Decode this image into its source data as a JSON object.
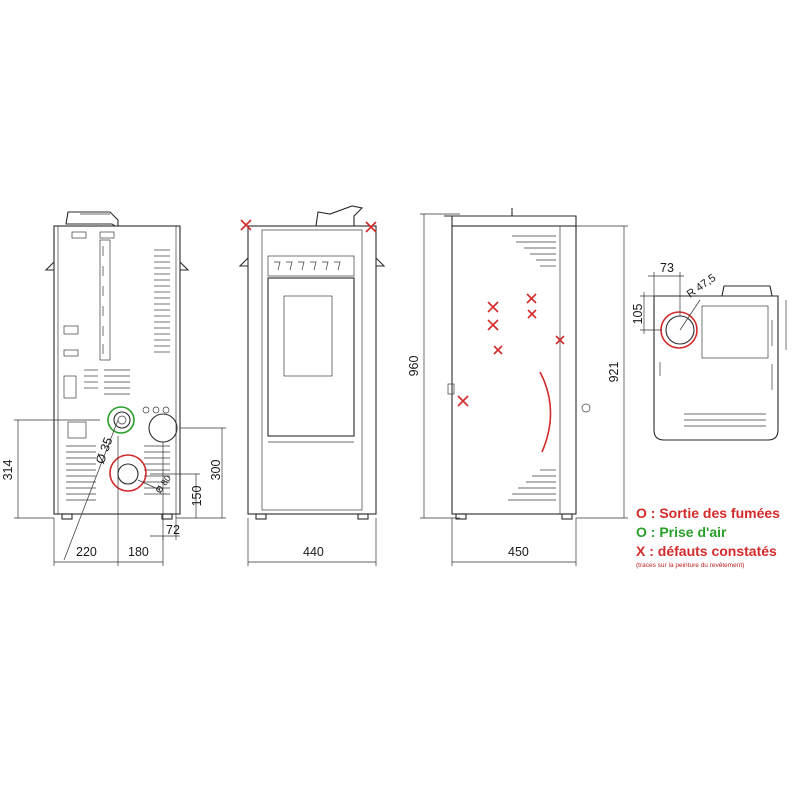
{
  "dimensions": {
    "back_height": "314",
    "back_diam_air": "Ø 35",
    "back_diam_smoke": "Ø 80",
    "back_h_300": "300",
    "back_h_150": "150",
    "back_w_72": "72",
    "back_w_220": "220",
    "back_w_180": "180",
    "front_width": "440",
    "side_height_total": "960",
    "side_height_body": "921",
    "side_depth": "450",
    "top_73": "73",
    "top_105": "105",
    "top_radius": "R 47,5"
  },
  "legend": {
    "smoke": "O : Sortie des fumées",
    "air": "O : Prise d'air",
    "defects": "X : défauts constatés",
    "note": "(traces sur la peinture du revêtement)"
  },
  "colors": {
    "red": "#d42a2a",
    "green": "#2aa02a",
    "line": "#2b2b2b"
  }
}
